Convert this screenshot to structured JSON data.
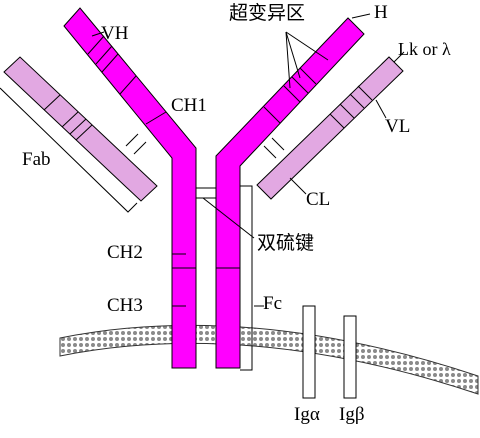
{
  "labels": {
    "hypervariable": "超变异区",
    "H": "H",
    "VH": "VH",
    "light": "Lk or λ",
    "fab": "Fab",
    "CH1": "CH1",
    "VL": "VL",
    "CL": "CL",
    "CH2": "CH2",
    "disulfide": "双硫键",
    "CH3": "CH3",
    "fc": "Fc",
    "iga": "Igα",
    "igb": "Igβ"
  },
  "colors": {
    "heavy_chain": "#ff00ff",
    "light_chain": "#e2a8e2",
    "membrane": "#9a9a9a",
    "outline": "#000000"
  }
}
